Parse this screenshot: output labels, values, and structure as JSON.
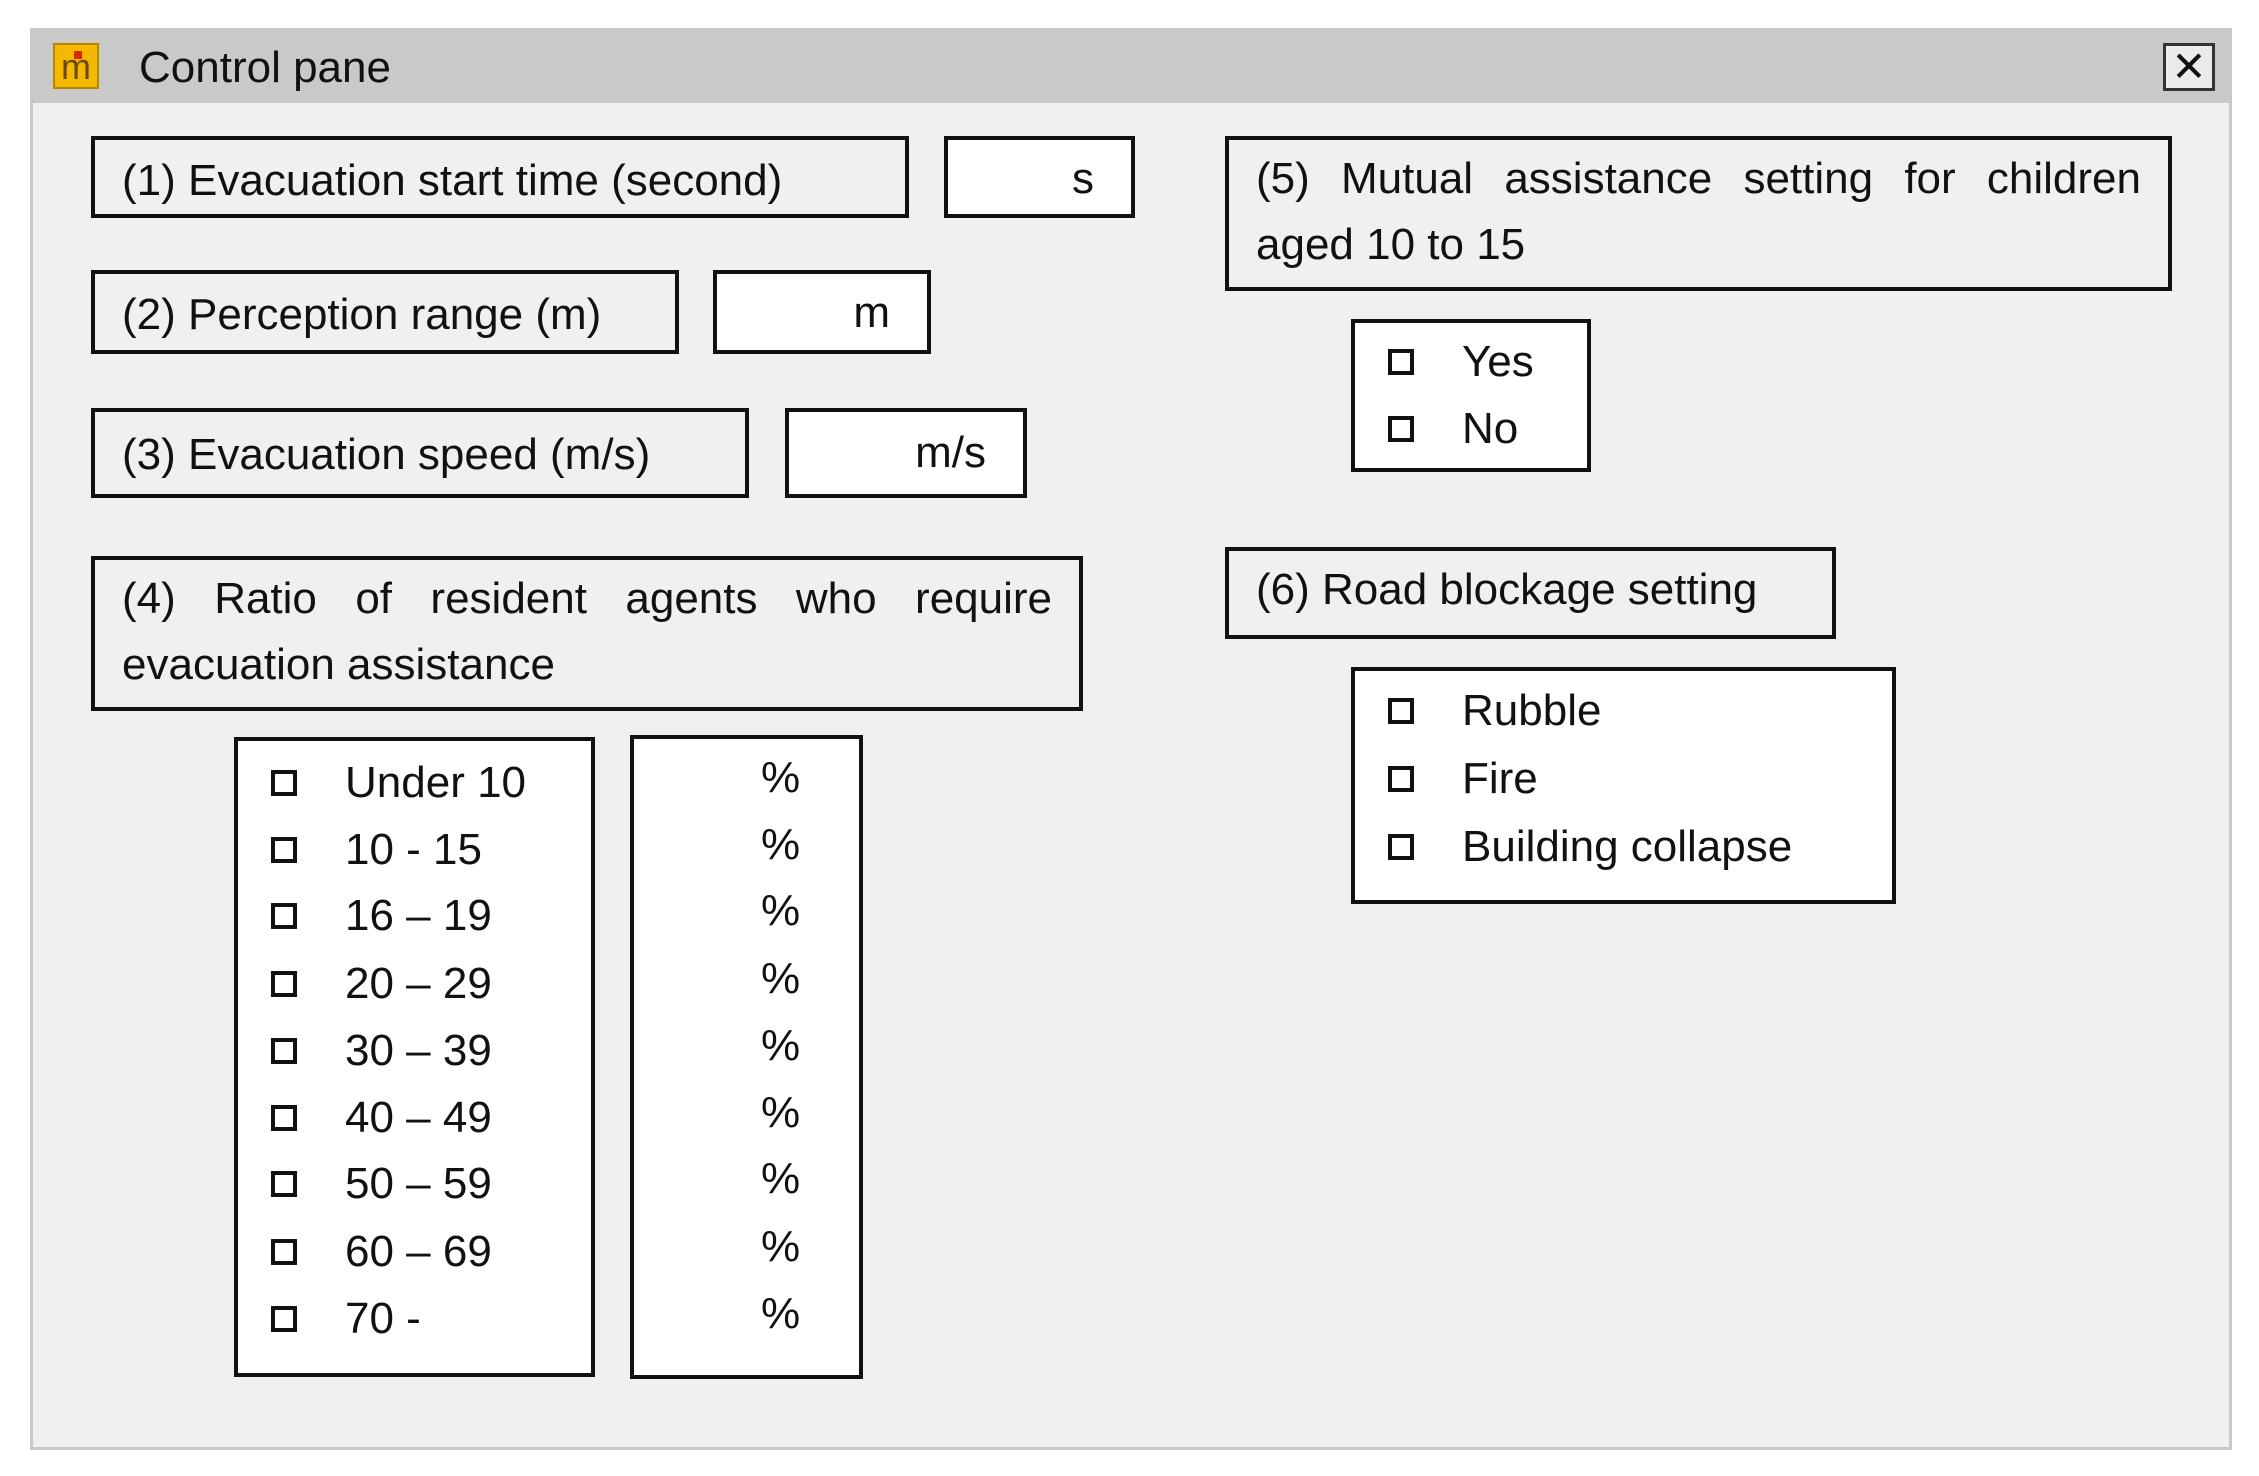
{
  "window": {
    "title": "Control pane",
    "close_label": "✕"
  },
  "fields": {
    "start_time": {
      "label": "(1) Evacuation start time (second)",
      "unit": "s"
    },
    "perception": {
      "label": "(2) Perception range (m)",
      "unit": "m"
    },
    "speed": {
      "label": "(3) Evacuation speed (m/s)",
      "unit": "m/s"
    }
  },
  "ratio": {
    "label": "(4) Ratio of resident agents who require evacuation assistance",
    "age_options": [
      "Under 10",
      "10 - 15",
      "16 – 19",
      "20 – 29",
      "30 – 39",
      "40 – 49",
      "50 – 59",
      "60 – 69",
      "70 -"
    ],
    "percent_unit": "%"
  },
  "mutual": {
    "label": "(5) Mutual assistance setting for children aged 10 to 15",
    "options": [
      "Yes",
      "No"
    ]
  },
  "road": {
    "label": "(6) Road blockage setting",
    "options": [
      "Rubble",
      "Fire",
      "Building collapse"
    ]
  }
}
